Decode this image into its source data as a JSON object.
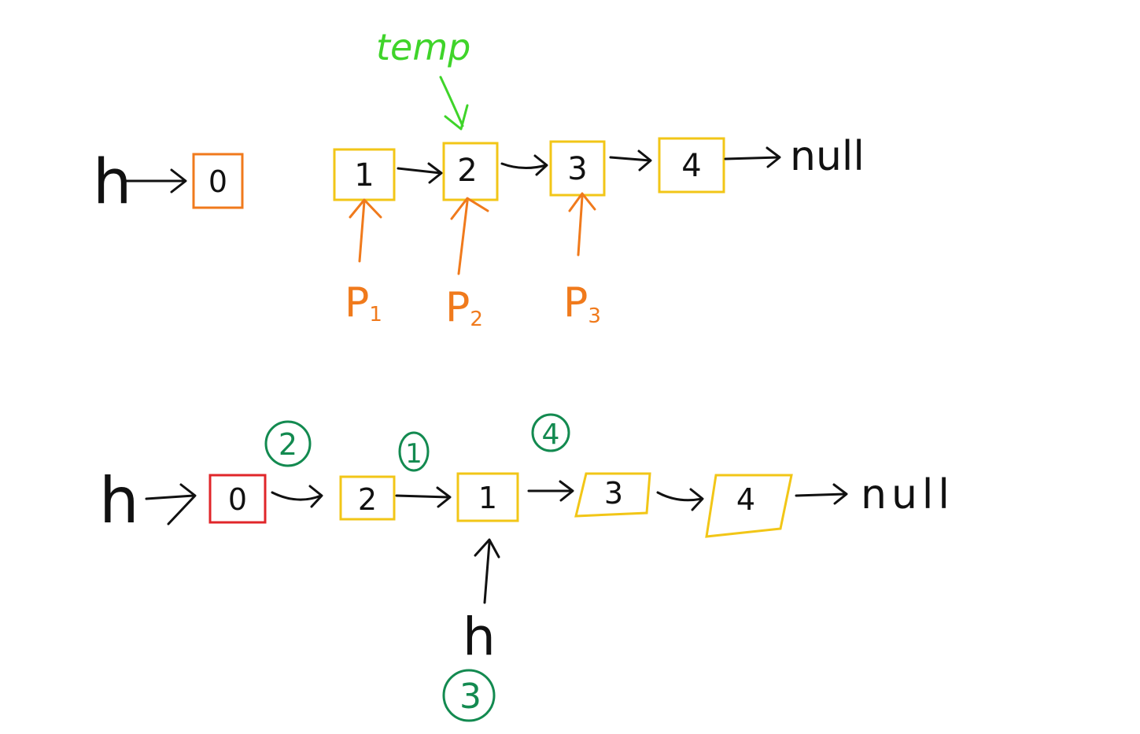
{
  "colors": {
    "ink": "#111111",
    "node": "#f2c617",
    "head_top": "#f07a1c",
    "head_bottom": "#e0262a",
    "pointer": "#f07a1c",
    "temp": "#3fd42a",
    "step": "#138a50"
  },
  "top": {
    "head_label": "h",
    "head_node": "0",
    "nodes": [
      "1",
      "2",
      "3",
      "4"
    ],
    "null_label": "null",
    "temp_label": "temp",
    "pointers": [
      {
        "base": "P",
        "sub": "1"
      },
      {
        "base": "P",
        "sub": "2"
      },
      {
        "base": "P",
        "sub": "3"
      }
    ]
  },
  "bottom": {
    "head_label": "h",
    "head_node": "0",
    "nodes": [
      "2",
      "1",
      "3",
      "4"
    ],
    "null_label": "null",
    "h_pointer_label": "h",
    "steps": [
      "2",
      "1",
      "4",
      "3"
    ]
  }
}
